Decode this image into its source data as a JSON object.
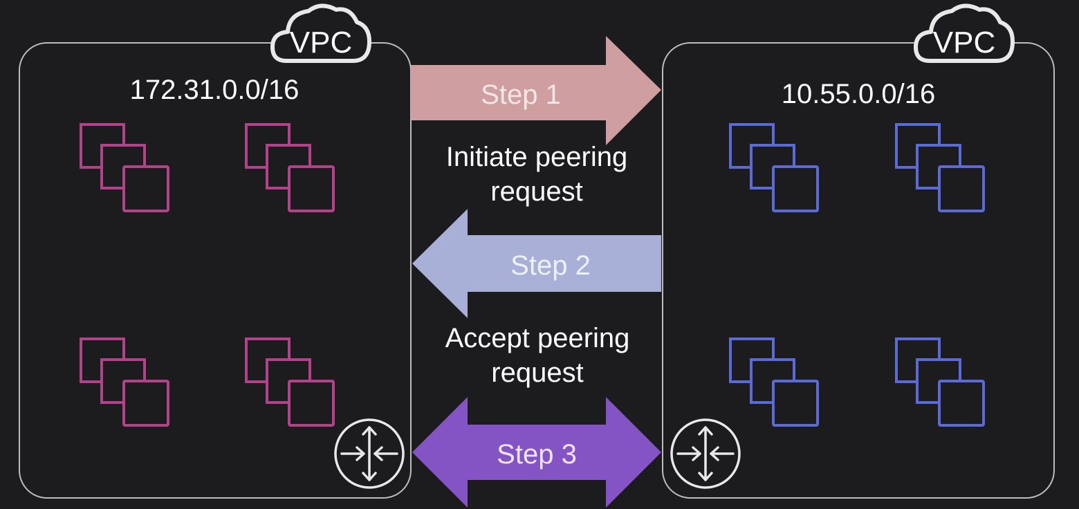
{
  "vpcs": [
    {
      "cidr": "172.31.0.0/16",
      "badge": "VPC",
      "instance_color": "#b3428a",
      "instance_count": 4
    },
    {
      "cidr": "10.55.0.0/16",
      "badge": "VPC",
      "instance_color": "#5a6ad6",
      "instance_count": 4
    }
  ],
  "steps": [
    {
      "label": "Step 1",
      "direction": "right",
      "color": "#cf9ea0",
      "caption_line1": "Initiate peering",
      "caption_line2": "request"
    },
    {
      "label": "Step 2",
      "direction": "left",
      "color": "#a8b0d8",
      "caption_line1": "Accept peering",
      "caption_line2": "request"
    },
    {
      "label": "Step 3",
      "direction": "both",
      "color": "#8453c4"
    }
  ],
  "colors": {
    "background": "#1c1b1e",
    "box_border": "#bdbdbd",
    "text": "#ffffff",
    "icon_stroke": "#e8e8e8"
  }
}
